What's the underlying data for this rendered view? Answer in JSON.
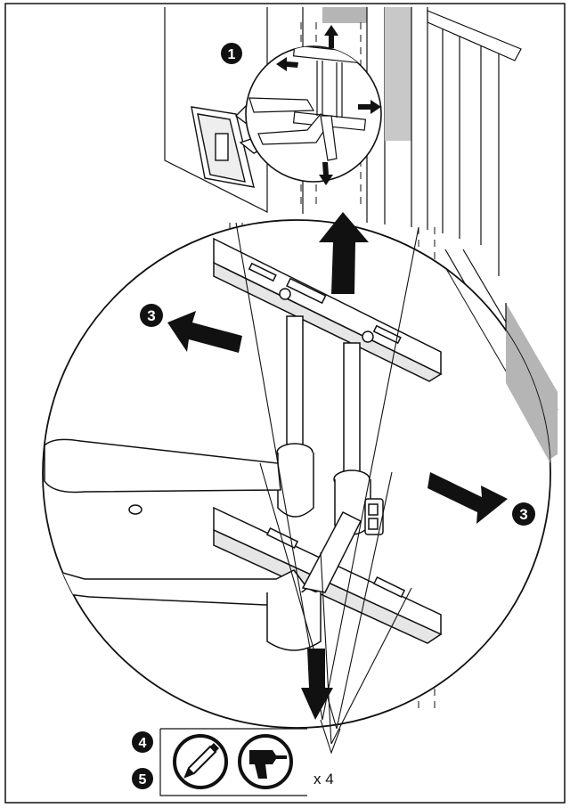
{
  "steps": {
    "step1": "1",
    "step3_left": "3",
    "step3_right": "3",
    "step4": "4",
    "step5": "5"
  },
  "tools": {
    "pencil": "pencil-icon",
    "drill": "drill-icon",
    "quantity": "x 4"
  },
  "colors": {
    "line": "#111111",
    "wall_gray": "#b5b5b5",
    "badge": "#111111",
    "background": "#ffffff"
  }
}
